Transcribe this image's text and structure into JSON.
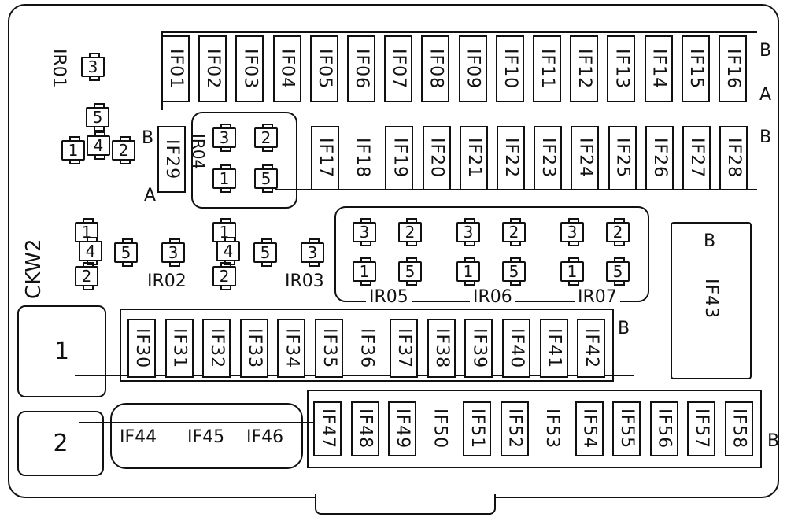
{
  "title": "Fuse box layout",
  "row1": [
    "IF01",
    "IF02",
    "IF03",
    "IF04",
    "IF05",
    "IF06",
    "IF07",
    "IF08",
    "IF09",
    "IF10",
    "IF11",
    "IF12",
    "IF13",
    "IF14",
    "IF15",
    "IF16"
  ],
  "row2": [
    "IF17",
    "IF18",
    "IF19",
    "IF20",
    "IF21",
    "IF22",
    "IF23",
    "IF24",
    "IF25",
    "IF26",
    "IF27",
    "IF28"
  ],
  "row3": [
    "IF30",
    "IF31",
    "IF32",
    "IF33",
    "IF34",
    "IF35",
    "IF36",
    "IF37",
    "IF38",
    "IF39",
    "IF40",
    "IF41",
    "IF42"
  ],
  "row4": [
    "IF47",
    "IF48",
    "IF49",
    "IF50",
    "IF51",
    "IF52",
    "IF53",
    "IF54",
    "IF55",
    "IF56",
    "IF57",
    "IF58"
  ],
  "unboxed": [
    "IF18",
    "IF36",
    "IF50",
    "IF53"
  ],
  "if29": "IF29",
  "if43": {
    "label": "IF43",
    "side": "B"
  },
  "bottom_fuses": [
    "IF44",
    "IF45",
    "IF46"
  ],
  "side_labels": {
    "b": "B",
    "a": "A"
  },
  "connectors": {
    "c1": "1",
    "c2": "2",
    "ckw": "CKW2"
  },
  "relays": {
    "ir01": {
      "label": "IR01",
      "pins": [
        "3",
        "5",
        "1",
        "4",
        "2"
      ]
    },
    "ir02": {
      "label": "IR02",
      "pins": [
        "1",
        "4",
        "2",
        "5",
        "3"
      ]
    },
    "ir03": {
      "label": "IR03",
      "pins": [
        "1",
        "4",
        "2",
        "5",
        "3"
      ]
    },
    "ir04": {
      "label": "IR04",
      "pins": [
        "3",
        "2",
        "1",
        "5"
      ]
    },
    "ir05": {
      "label": "IR05",
      "pins": [
        "3",
        "2",
        "1",
        "5"
      ]
    },
    "ir06": {
      "label": "IR06",
      "pins": [
        "3",
        "2",
        "1",
        "5"
      ]
    },
    "ir07": {
      "label": "IR07",
      "pins": [
        "3",
        "2",
        "1",
        "5"
      ]
    }
  }
}
